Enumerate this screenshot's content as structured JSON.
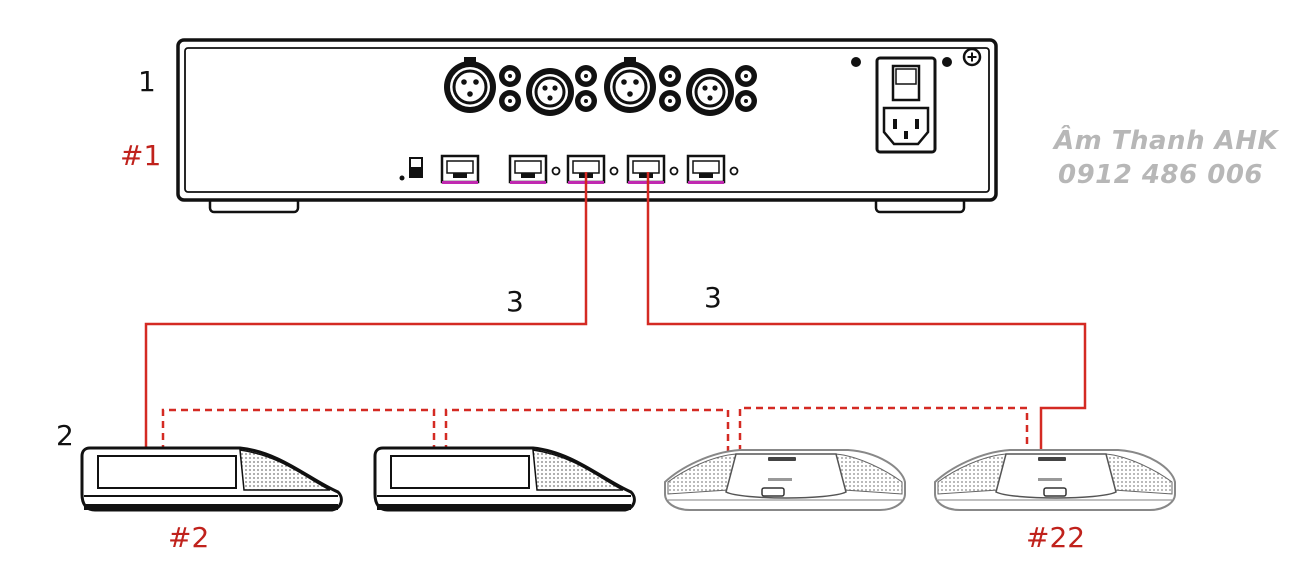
{
  "labels": {
    "main_unit_callout": "1",
    "main_unit_address": "#1",
    "devices_callout": "2",
    "cable_left_callout": "3",
    "cable_right_callout": "3",
    "first_device_address": "#2",
    "last_device_address": "#22"
  },
  "watermark": {
    "line1": "Âm Thanh AHK",
    "line2": "0912 486 006"
  },
  "colors": {
    "cable": "#d42a23",
    "outline": "#111111",
    "label_red": "#c0221c",
    "watermark": "#b7b7b7"
  },
  "icons": {
    "main_unit": "rear-panel-controller",
    "xlr_connector": "xlr-socket-icon",
    "rca_connector": "rca-jack-icon",
    "network_port": "rj45-port-icon",
    "power_inlet": "iec-power-inlet-icon",
    "power_switch": "rocker-switch-icon",
    "ground_screw": "ground-screw-icon",
    "delegate_unit": "discussion-unit",
    "conference_unit": "conference-device"
  }
}
